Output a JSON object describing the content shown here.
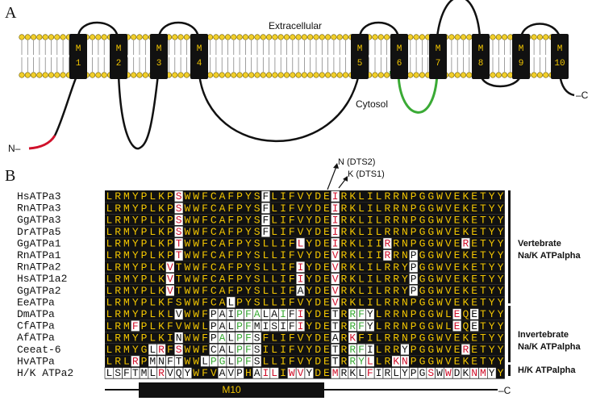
{
  "panel_a": {
    "letter": "A",
    "extracellular_label": "Extracellular",
    "cytosol_label": "Cytosol",
    "n_terminus_label": "N–",
    "c_terminus_label": "–C",
    "helices": [
      "M\n1",
      "M\n2",
      "M\n3",
      "M\n4",
      "M\n5",
      "M\n6",
      "M\n7",
      "M\n8",
      "M\n9",
      "M\n10"
    ],
    "colors": {
      "n_terminal_segment": "#d0112b",
      "m6_m7_loop": "#3aaa35",
      "lipid_head": "#f2cf2a",
      "helix_fill": "#111111",
      "helix_text": "#f2c500"
    }
  },
  "panel_b": {
    "letter": "B",
    "annotations": {
      "n_dts": "N (DTS2)",
      "k_dts": "K (DTS1)"
    },
    "sequence_names": [
      "HsATPa3",
      "RnATPa3",
      "GgATPa3",
      "DrATPa5",
      "GgATPa1",
      "RnATPa1",
      "RnATPa2",
      "HsATP1a2",
      "GgATPa2",
      "EeATPa",
      "DmATPa",
      "CfATPa",
      "AfATPa",
      "Ceeat-6",
      "HvATPa",
      "H/K ATPa2"
    ],
    "sequences": [
      "LRMYPLKPSWWFCAFPYSFLIFVYDEIRKLILRRNPGGWVEKETYY",
      "LRMYPLKPSWWFCAFPYSFLIFVYDEIRKLILRRNPGGWVEKETYY",
      "LRMYPLKPSWWFCAFPYSFLIFVYDEIRKLILRRNPGGWVEKETYY",
      "LRMYPLKPSWWFCAFPYSFLIFVYDEIRKLILRRNPGGWVEKETYY",
      "LRMYPLKPTWWFCAFPYSLLIFLYDEIRKLIIRRNPGGWVERETYY",
      "LRMYPLKPTWWFCAFPYSLLIFVYDEVRKLIIRRNPGGWVEKETYY",
      "LRMYPLKVTWWFCAFPYSLLIFIYDEVRKLILRRYPGGWVEKETYY",
      "LRMYPLKVTWWFCAFPYSLLIFIYDEVRKLILRRYPGGWVEKETYY",
      "LRMYPLKVTWWFCAFPYSLLIFAYDEVRKLILRRYPGGWVEKETYY",
      "LRMYPLKFSWWFCALPYSLLIFVYDEVRKLILRRNPGGWVEKETYY",
      "LRMYPLKLVWWFPAIPFALAIFIYDETRRFYLRRNPGGWLEQETYY",
      "LRMFPLKFVWWLPALPFMISIFIYDETRRFYLRRNPGGWLEQETYY",
      "LRMYPLKINWWFPALPFSFLIFVYDEARKFILRRNPGGWVEKETYY",
      "LRMYGLRFSWWFCALPFSILIFVYDETRRFILRRYPGGWVERETYY",
      "LRLRPMNFTWWLPGLPFSLLIFVYDETRRYLLRKNPGGWVEKETYY",
      "LSFTMLRVQYWFVAVPHAILIWVYDEMRKLFIRLYPGSWWDKNMYY"
    ],
    "group_labels": {
      "vertebrate": [
        "Vertebrate",
        "Na/K ATPalpha"
      ],
      "invertebrate": [
        "Invertebrate",
        "Na/K ATPalpha"
      ],
      "hk": "H/K ATPalpha"
    },
    "m10_label": "M10",
    "c_terminus_label": "–C",
    "colors": {
      "highlight_bg": "#111111",
      "highlight_fg": "#f2c500",
      "red": "#d0112b",
      "green": "#3aaa35"
    }
  }
}
